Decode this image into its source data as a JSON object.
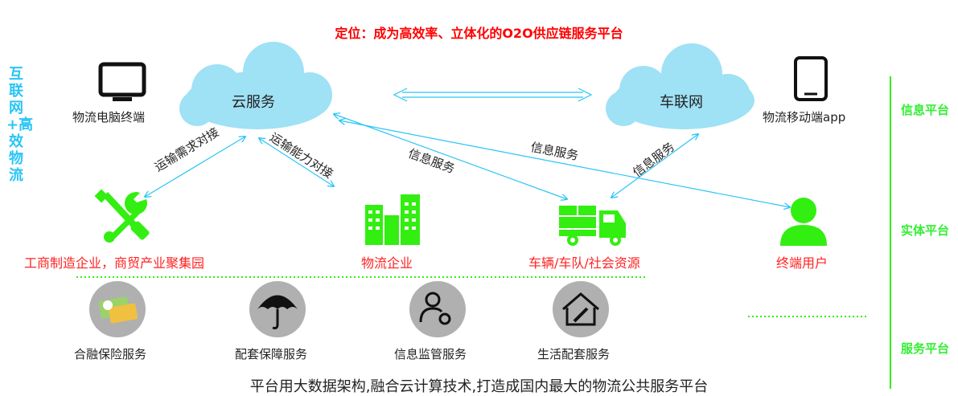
{
  "title": "定位：成为高效率、立体化的O2O供应链服务平台",
  "left_label": "互联网+高效物流",
  "right_labels": {
    "info": "信息平台",
    "entity": "实体平台",
    "service": "服务平台"
  },
  "clouds": {
    "cloud_service": "云服务",
    "iov": "车联网"
  },
  "terminals": {
    "pc": "物流电脑终端",
    "mobile": "物流移动端app"
  },
  "arrow_labels": {
    "transport_demand": "运输需求对接",
    "transport_capacity": "运输能力对接",
    "info_service_1": "信息服务",
    "info_service_2": "信息服务",
    "info_service_3": "信息服务"
  },
  "entities": {
    "industry": "工商制造企业，商贸产业聚集园",
    "logistics": "物流企业",
    "vehicles": "车辆/车队/社会资源",
    "end_user": "终端用户"
  },
  "services": {
    "finance": "合融保险服务",
    "support": "配套保障服务",
    "monitor": "信息监管服务",
    "life": "生活配套服务"
  },
  "footer": "平台用大数据架构,融合云计算技术,打造成国内最大的物流公共服务平台",
  "colors": {
    "cyan": "#29c5f6",
    "cloud": "#9fe1f5",
    "green": "#33ee11",
    "red": "#ff0000",
    "grey_icon": "#b0b0b0"
  }
}
